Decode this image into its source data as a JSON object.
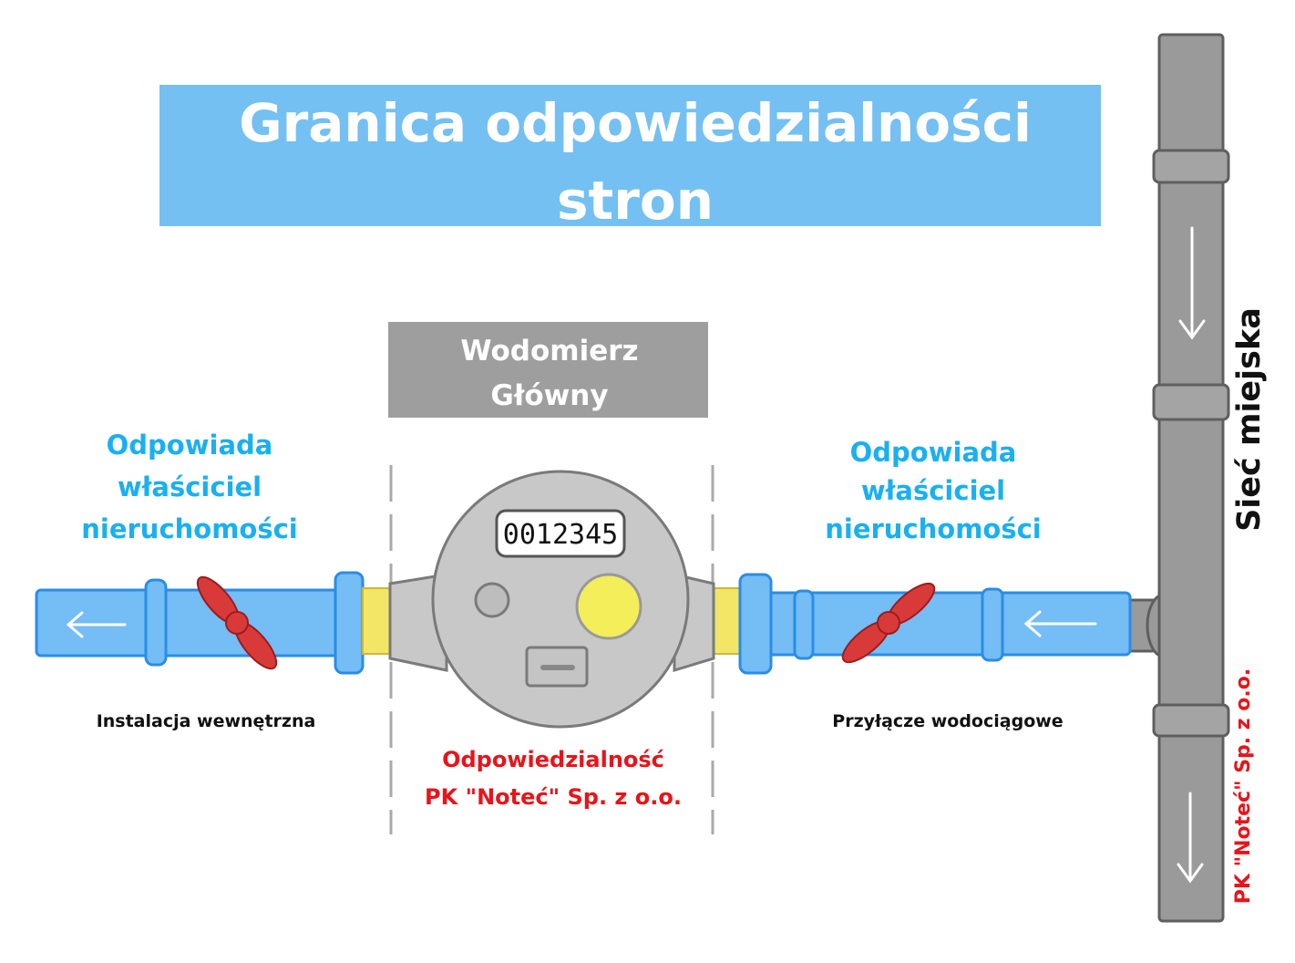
{
  "title": {
    "line1": "Granica odpowiedzialności",
    "line2": "stron"
  },
  "meter_box": {
    "line1": "Wodomierz",
    "line2": "Główny"
  },
  "meter_display": "0012345",
  "left_owner": {
    "line1": "Odpowiada",
    "line2": "właściciel",
    "line3": "nieruchomości"
  },
  "right_owner": {
    "line1": "Odpowiada",
    "line2": "właściciel",
    "line3": "nieruchomości"
  },
  "left_label": "Instalacja wewnętrzna",
  "right_label": "Przyłącze wodociągowe",
  "company_responsibility": {
    "line1": "Odpowiedzialność",
    "line2": "PK \"Noteć\" Sp. z o.o."
  },
  "main_pipe_label": "Sieć miejska",
  "main_pipe_owner": "PK \"Noteć\" Sp. z o.o.",
  "colors": {
    "title_bg": "#74c0f2",
    "owner_text": "#1ab0f0",
    "company_text": "#e8141a",
    "pipe_blue": "#74bdf5",
    "pipe_gray": "#9a9a9a",
    "valve_red": "#d83a3a",
    "connector_yellow": "#f3e565"
  }
}
